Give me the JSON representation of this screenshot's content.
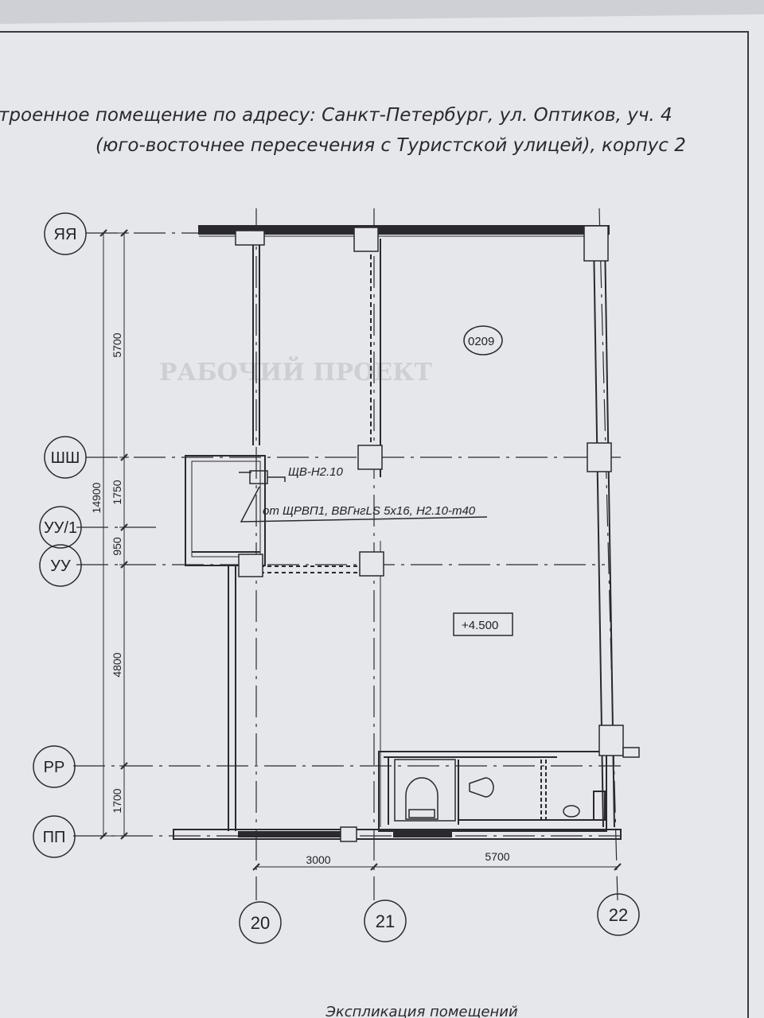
{
  "header": {
    "line1": "троенное помещение по адресу: Санкт-Петербург, ул. Оптиков, уч. 4",
    "line2": "(юго-восточнее пересечения с Туристской улицей), корпус 2"
  },
  "room": {
    "number": "0209",
    "elevation": "+4.500"
  },
  "electrical": {
    "panel_label": "ЩВ-Н2.10",
    "cable_label": "от ЩРВП1, ВВГнгLS 5х16, Н2.10-т40"
  },
  "row_axes": [
    "ЯЯ",
    "ШШ",
    "УУ/1",
    "УУ",
    "РР",
    "ПП"
  ],
  "column_axes": [
    "20",
    "21",
    "22"
  ],
  "vertical_dims": {
    "total": "14900",
    "segments": [
      "5700",
      "1750",
      "950",
      "4800",
      "1700"
    ]
  },
  "horizontal_dims": [
    "3000",
    "5700"
  ],
  "watermark": {
    "line1": "РАБОЧИЙ ПРОЕКТ"
  },
  "footer": {
    "title": "Экспликация помещений"
  },
  "colors": {
    "paper": "#e7e8ec",
    "ink": "#2a2a2e",
    "background": "#2b2b2d"
  }
}
